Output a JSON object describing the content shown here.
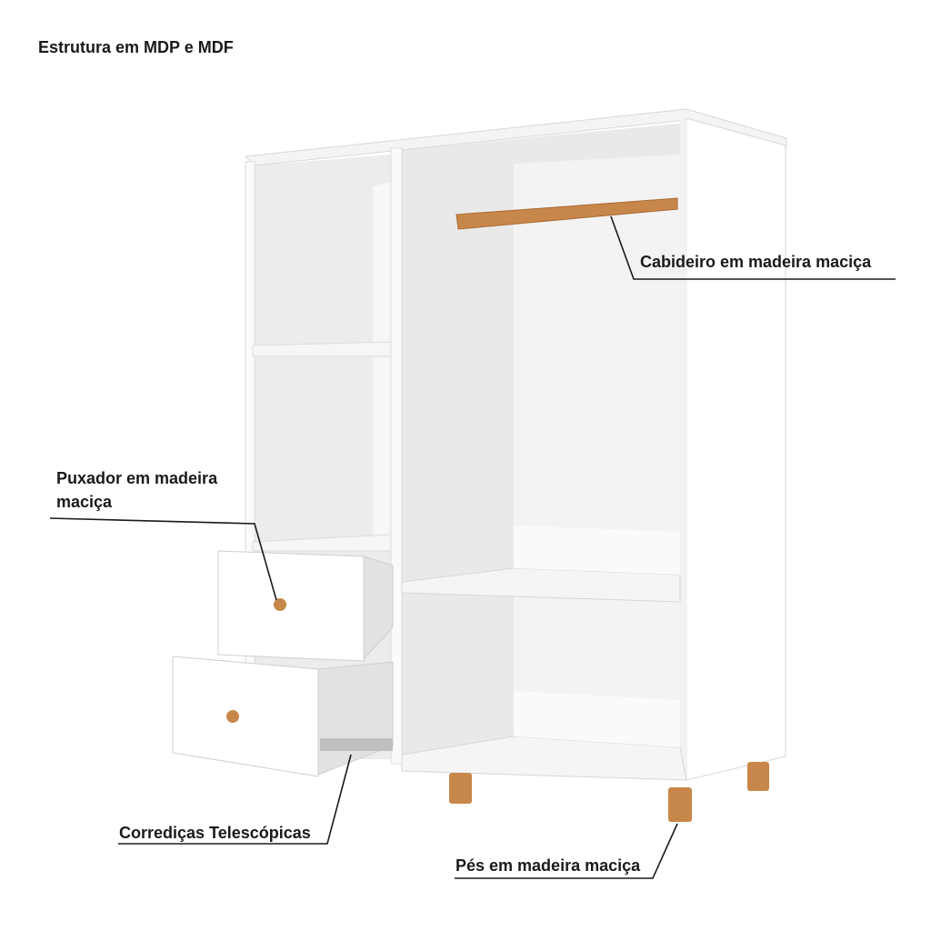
{
  "title": "Estrutura em MDP e MDF",
  "callouts": {
    "rod": "Cabideiro em madeira maciça",
    "handle_line1": "Puxador em madeira",
    "handle_line2": "maciça",
    "slides": "Corrediças Telescópicas",
    "feet": "Pés em madeira maciça"
  },
  "colors": {
    "wood": "#c8874a",
    "panel": "#ffffff",
    "interior": "#ededed",
    "edge": "#d6d6d6"
  }
}
